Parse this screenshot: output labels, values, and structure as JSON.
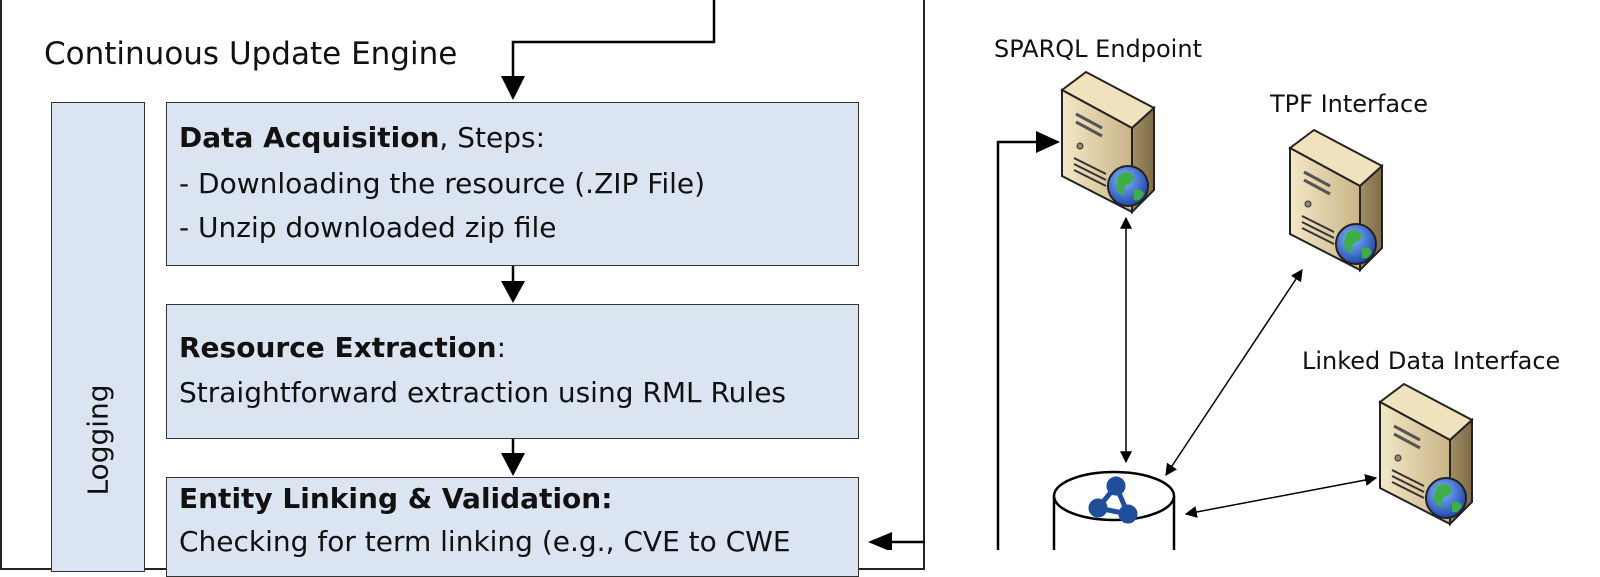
{
  "engine": {
    "title": "Continuous Update Engine",
    "logging_label": "Logging",
    "steps": [
      {
        "heading": "Data Acquisition",
        "heading_suffix": ", Steps:",
        "lines": [
          "- Downloading the resource (.ZIP File)",
          "- Unzip downloaded zip file"
        ]
      },
      {
        "heading": "Resource Extraction",
        "heading_suffix": ":",
        "lines": [
          "Straightforward extraction using RML Rules"
        ]
      },
      {
        "heading": "Entity Linking & Validation:",
        "heading_suffix": "",
        "lines": [
          "Checking for term linking (e.g., CVE to CWE"
        ]
      }
    ]
  },
  "servers": {
    "sparql": "SPARQL Endpoint",
    "tpf": "TPF Interface",
    "linked": "Linked Data Interface"
  }
}
